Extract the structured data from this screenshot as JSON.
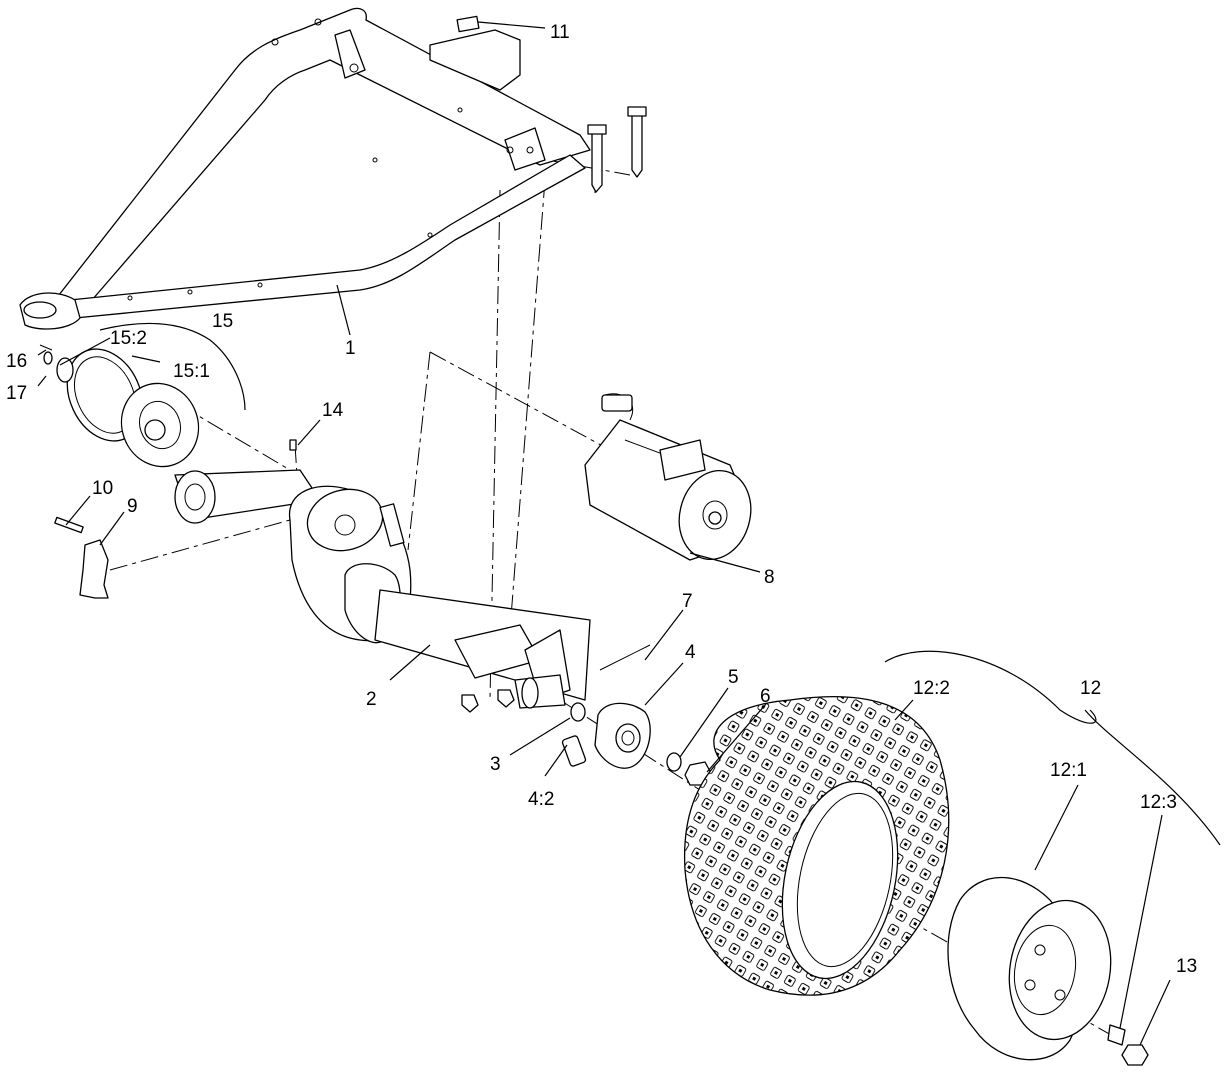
{
  "callouts": {
    "c1": "1",
    "c2": "2",
    "c3": "3",
    "c4": "4",
    "c4_2": "4:2",
    "c5": "5",
    "c6": "6",
    "c7": "7",
    "c8": "8",
    "c9": "9",
    "c10": "10",
    "c11": "11",
    "c12": "12",
    "c12_1": "12:1",
    "c12_2": "12:2",
    "c12_3": "12:3",
    "c13": "13",
    "c14": "14",
    "c15": "15",
    "c15_1": "15:1",
    "c15_2": "15:2",
    "c16": "16",
    "c17": "17"
  }
}
